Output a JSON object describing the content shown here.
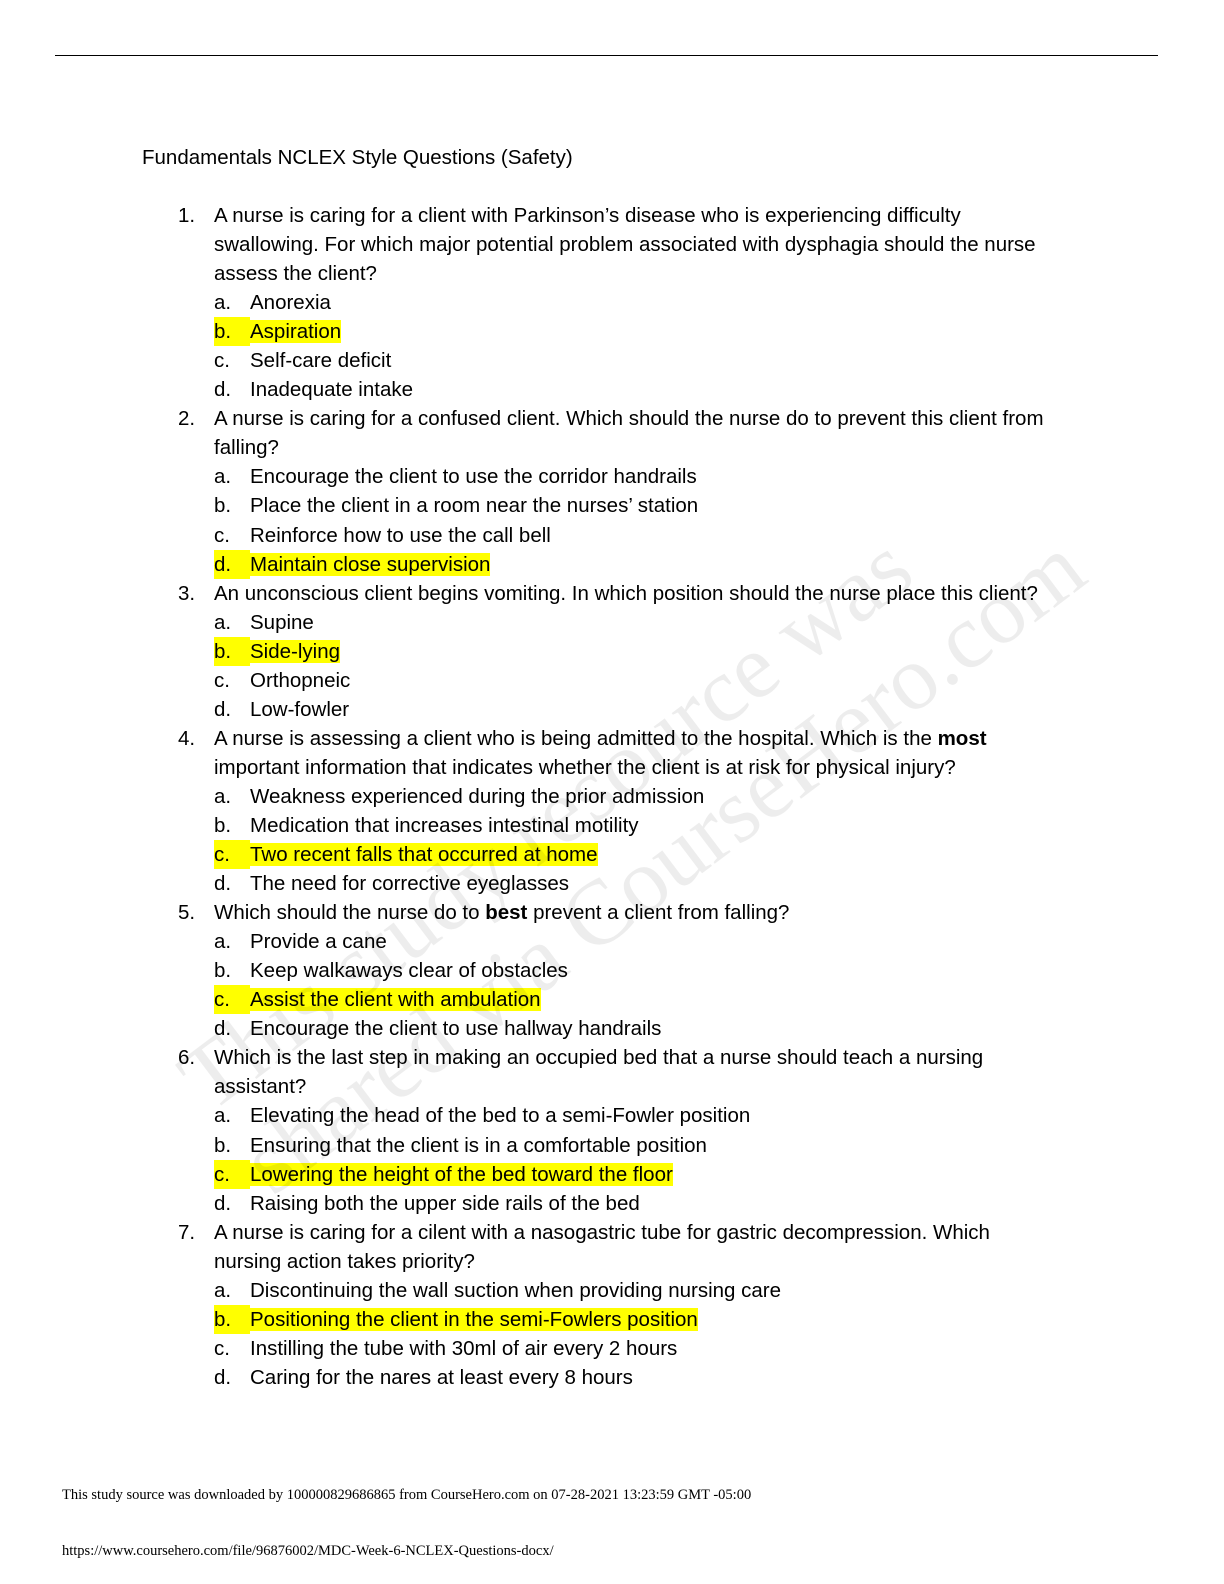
{
  "document": {
    "title": "Fundamentals NCLEX Style Questions (Safety)"
  },
  "questions": [
    {
      "number": "1.",
      "text": "A nurse is caring for a client with Parkinson’s disease who is experiencing difficulty swallowing. For which major potential problem associated with dysphagia should the nurse assess the client?",
      "options": [
        {
          "letter": "a.",
          "text": "Anorexia",
          "answer": false
        },
        {
          "letter": "b.",
          "text": "Aspiration",
          "answer": true
        },
        {
          "letter": "c.",
          "text": "Self-care deficit",
          "answer": false
        },
        {
          "letter": "d.",
          "text": "Inadequate intake",
          "answer": false
        }
      ]
    },
    {
      "number": "2.",
      "text": "A nurse is caring for a confused client. Which should the nurse do to prevent this client from falling?",
      "options": [
        {
          "letter": "a.",
          "text": "Encourage the client to use the corridor handrails",
          "answer": false
        },
        {
          "letter": "b.",
          "text": "Place the client in a room near the nurses’ station",
          "answer": false
        },
        {
          "letter": "c.",
          "text": "Reinforce how to use the call bell",
          "answer": false
        },
        {
          "letter": "d.",
          "text": "Maintain close supervision",
          "answer": true
        }
      ]
    },
    {
      "number": "3.",
      "text": "An unconscious client begins vomiting. In which position should the nurse place this client?",
      "options": [
        {
          "letter": "a.",
          "text": "Supine",
          "answer": false
        },
        {
          "letter": "b.",
          "text": "Side-lying",
          "answer": true
        },
        {
          "letter": "c.",
          "text": "Orthopneic",
          "answer": false
        },
        {
          "letter": "d.",
          "text": "Low-fowler",
          "answer": false
        }
      ]
    },
    {
      "number": "4.",
      "text_before": "A nurse is assessing a client who is being admitted to the hospital. Which is the ",
      "text_bold": "most",
      "text_after": " important information that indicates whether the client is at risk for physical injury?",
      "options": [
        {
          "letter": "a.",
          "text": "Weakness experienced during the prior admission",
          "answer": false
        },
        {
          "letter": "b.",
          "text": "Medication that increases intestinal motility",
          "answer": false
        },
        {
          "letter": "c.",
          "text": "Two recent falls that occurred at home",
          "answer": true
        },
        {
          "letter": "d.",
          "text": "The need for corrective eyeglasses",
          "answer": false
        }
      ]
    },
    {
      "number": "5.",
      "text_before": "Which should the nurse do to ",
      "text_bold": "best",
      "text_after": " prevent a client from falling?",
      "options": [
        {
          "letter": "a.",
          "text": "Provide a cane",
          "answer": false
        },
        {
          "letter": "b.",
          "text": "Keep walkaways clear of obstacles",
          "answer": false
        },
        {
          "letter": "c.",
          "text": "Assist the client with ambulation",
          "answer": true
        },
        {
          "letter": "d.",
          "text": "Encourage the client to use hallway handrails",
          "answer": false
        }
      ]
    },
    {
      "number": "6.",
      "text": "Which is the last step in making an occupied bed that a nurse should teach a nursing assistant?",
      "options": [
        {
          "letter": "a.",
          "text": "Elevating the head of the bed to a semi-Fowler position",
          "answer": false
        },
        {
          "letter": "b.",
          "text": "Ensuring that the client is in a comfortable position",
          "answer": false
        },
        {
          "letter": "c.",
          "text": "Lowering the height of the bed toward the floor",
          "answer": true
        },
        {
          "letter": "d.",
          "text": "Raising both the upper side rails of the bed",
          "answer": false
        }
      ]
    },
    {
      "number": "7.",
      "text": "A nurse is caring for a cilent with a nasogastric tube for gastric decompression. Which nursing action takes priority?",
      "options": [
        {
          "letter": "a.",
          "text": "Discontinuing the wall suction when providing nursing care",
          "answer": false
        },
        {
          "letter": "b.",
          "text": "Positioning the client in the semi-Fowlers position",
          "answer": true
        },
        {
          "letter": "c.",
          "text": "Instilling the tube with 30ml of air every 2 hours",
          "answer": false
        },
        {
          "letter": "d.",
          "text": "Caring for the nares at least every 8 hours",
          "answer": false
        }
      ]
    }
  ],
  "watermark": {
    "line1": "This study resource was",
    "line2": "shared via CourseHero.com"
  },
  "footer": {
    "note": "This study source was downloaded by 100000829686865 from CourseHero.com on 07-28-2021 13:23:59 GMT -05:00",
    "url": "https://www.coursehero.com/file/96876002/MDC-Week-6-NCLEX-Questions-docx/"
  },
  "colors": {
    "highlight": "#ffff00",
    "text": "#000000"
  }
}
